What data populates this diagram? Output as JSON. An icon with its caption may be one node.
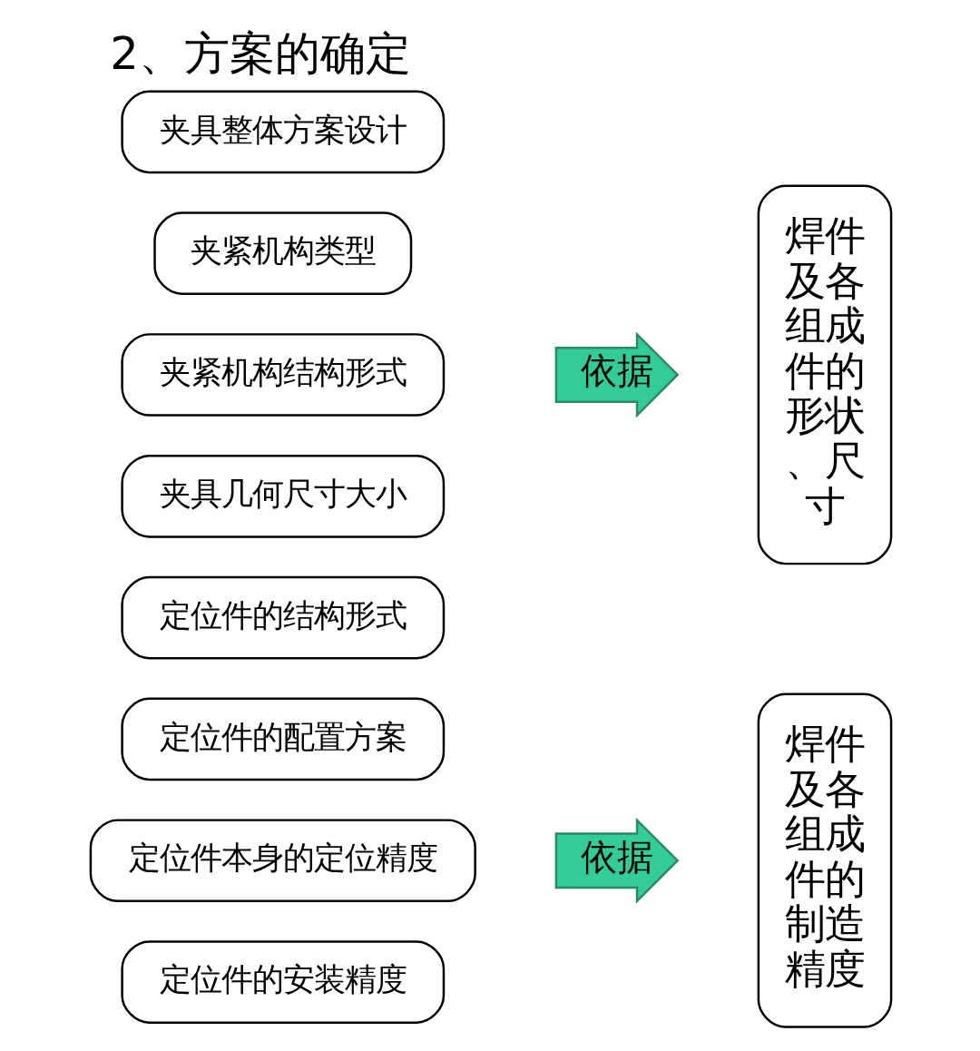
{
  "diagram": {
    "title": "2、方案的确定",
    "nodes": [
      {
        "text": [
          "夹具整体方案设计"
        ]
      },
      {
        "text": [
          "夹紧机构类型"
        ]
      },
      {
        "text": [
          "夹紧机构结构形式"
        ]
      },
      {
        "text": [
          "夹具几何尺寸大小"
        ]
      },
      {
        "text": [
          "依据"
        ]
      },
      {
        "text": [
          "焊件及各组成件的形状、尺寸"
        ]
      },
      {
        "text": [
          "定位件的结构形式"
        ]
      },
      {
        "text": [
          "定位件的配置方案"
        ]
      },
      {
        "text": [
          "定位件本身的定位精度"
        ]
      },
      {
        "text": [
          "定位件的安装精度"
        ]
      },
      {
        "text": [
          "依据"
        ]
      },
      {
        "text": [
          "焊件及各组成件的制造精度"
        ]
      }
    ]
  }
}
